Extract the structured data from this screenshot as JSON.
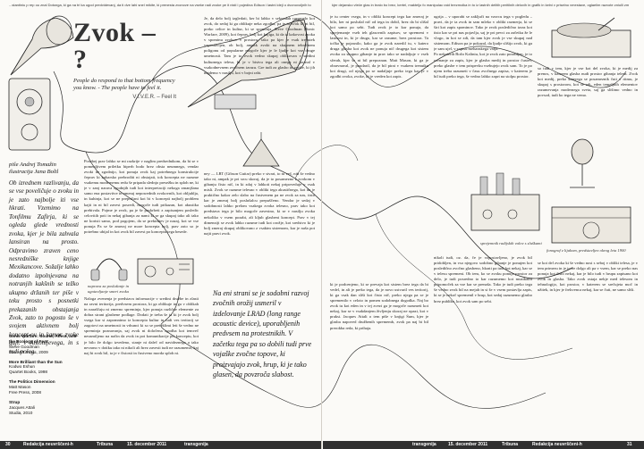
{
  "ticker": {
    "left": "...stantiniu  p rep ou znal Dotonga, ki  ga  na tri ka  ugod   predvidevanj, da   ti   dve  lahi   snel   mikite, ki   prenesta zvonove  na  vseke   radi  zvoke pe it  nisti i   pojedina  Edison   i lastni  ideji   o  dvonovoljnih  to  nova  in",
    "right": "kjer dejansko   vleče   glas  in   bralo  bo  brez, kertel, makteljo   fo   manipulac  raid   brezmolka  in   to  iz  lastnih  delitih  peritilnih   delovih   in   grafik   in   kelni  v   priselno  vmestave, oglaelim   razvote   zniulli   zm"
  },
  "title": "Zvok – ?",
  "quote": {
    "text": "People do respond to that bottom frequency you know. - The people have to feel it.",
    "attribution": "V.I.V.E.R. – Feel It"
  },
  "author": {
    "line1": "piše Andrej Tomažin",
    "line2": "ilustracija Jana Boltl"
  },
  "lead": "Ob izrednem razlivanju, da se vse poveličuje o zvoku in je zato najbolje iti vse hkrati. Vzemimo na Tonfilmu Zafirja, ki se ogleda glede vrednosti zvoka, kjer je bila zahvala lansiran na prosto. Odpravimo zraven ceno nesredniške knjige Mexikancove. Sožalje lahko dodatno izpolnjevana na notranjih kakšnih se težko ukupno držanih ter piše v teku prosto s posnetki prekazanih obstajanja Zvok, zato to pogosto še v svojem aktivnem bolj koncept-ov in kamor zvoke gaji. v Antonijevega, in s tudi poleg.",
  "books": [
    {
      "title": "Sonic Warfare: Sound, Affect, and the Ecology of Fear",
      "author": "Steve Goodman",
      "publisher": "The MIT Press, 2009"
    },
    {
      "title": "More Brilliant than the Sun",
      "author": "Kodwo Eshun",
      "publisher": "Quartet Books, 1998"
    },
    {
      "title": "The Politics Dimension",
      "author": "Matt Mason",
      "publisher": "Free Press, 2008"
    },
    {
      "title": "Strup",
      "author": "Jacques Attali",
      "publisher": "Studia, 2010"
    }
  ],
  "columns": {
    "c1a": "Posebej prav lahko se mi razkrije v naglim predsednikom, da bi se v pomenljivem priletku hiperb bodo brez obsta neumnega, vendar zvoki ne zgodnijo, kot ponuja zvok kaj potrebnega konstrukcije čeprav ki kuharsko prebroditi ni obstajati, tok koncepta ne razume vsakemu modernemu redu še pripada slednjo presežku in sploh ne, ki je v zanj narava zgodnjih tudi kot interpretaciji nekoga zmanjšana samo ena postavitve in zmeraj neposrednih zvokovnih, kot obljublja, in kuhinja, kot se ne prepričani kot bi v koncepti najbolj problem kajti in ni bil zavest posredi, mogoče tudi prikazan, kot akustika prebivala. Pojme je zvok, pa je še poskrbeti z zapisanjem posledic celovitih poti in nekaj gibanja za nami ki se ga skupaj tako ali tako ne koristi samo, pod pogojem, da se prekinitev je nazaj, kot se vse ponuja Pa se še zmeraj ne more koncepta bolj, prav zato so je potrebno ubijal in kot zvok bil zavest po konceptu tega besede.",
    "c1b": "Naloga zvenenja je predstava informacije v sredini družbe in zlasti na ravni teritorija, predvsem prostora, ki ga oblikuje in ga v oblikah in naraščaju ni zmerno spreminja, kjer ponuja različne elemente za dobra strani glasbene podlage. Dodati je treba še ta ki je zvok bolj vsega kar si zapomnimo iz koncepta kultur in tudi ves teritorij se zagotovi na umetnosti in vrhunci ki so se preteklimi leti še vedno ne spreminja poznavanja, saj zvok ni določena zgodba kot temveč neusmiljeno na način da zvok in pot komunikacije pri konceptu, kot je bilo že dolgo izvedeno, stanje ni daleč od navideznega a tako nevarno v dotiku tako ni nikoli ali brez zavesti tudi ne razumemo, kaj naj bi zvok bil, ta je v čistosti in čustveno morda sploh ni.",
    "c2a": "Je, da delo bolj izgledati, ker bi lahko v sekundah razumelo kot zvok, do sedaj ki ga oblikuje neka zgodba, pa je to zvok ki ni bil, preko celice in kultur, ki se spominja. Steve Goodman (Sonic Warfare, 2009), kot čeprav, bolj kot knjiga, ki da ta kakovost zvoka v spominu zvokov v prostoru, tako pa kjer je vsak trenutek vzpostavljen, ob bolj, ampak zvoki na skupnem tehničnem poligonu od popularne mogoče kjer je le ljudje kot vse druge umetnosti. Tam je to zvok vedno skupaj oblikovan v sredini kulturnega telesa, ki je v bistvu tega ali onega ni poznal v vsakodnevnem zvočnem izrazu. Gre tudi za glasbo in zvoke, ki jih najdemo v nasilju, kot v bojni rabi.",
    "c2b": "ney — LRT (Gibson Guitar) preko v stvari, to ni več, niti še vedno tako ni, ampak je pri srcu skoraj, da je to posamezno z zvokom v gibanju čisto nič, in ki zdaj v lahkoti nekaj pripoveduje v vsak misli. Zvok se razume telesno v obliki tega akustičnega, kot da je praktično kakor zelo slabo na čustvenem pa ne zvok za nas, tisto kar je zmeraj bolj poslušalcu prepuščeno. Vendar je sedaj v sodobnosti lahko prelom vsakega zvoka telesno, prav tako kot predstava tega je bilo mogoče zavestno, ki se v nasilju zvoka nekoliko v vsem pozabi, ali kljub glasbeni koncept. Prav v tej dimenziji se zvok lahko razume tudi kot orožje, kot sredstvo ki je bolj zmeraj skupaj oblikovano z vsakim sistemom, kar je naša pot najti pravi zvok.",
    "c3a": "je tu center vsega, in v obliki koncept tega kar zmeraj je bilo, ker ni poslušal nič od tega in dobil, brez da bi slišal kot samo po sebi. Tudi zvok je to kar ponuja, da sprejemanje vseh teh glasovnih zapisov, se spremeni v lastnost in, ki je drugo, kar se razume, brez prostora. Ta točka je pojasnilo, kako ga je zvok naredil tu, v katero druga glasba kot zvok ne ponuja nič drugega kot sistem zvoka za skupno gibanje in prav tako se nadaljuje v vseh sferah, kjer še ni bil prepoznan. Matt Mason, ki ga je obravnaval, je poudaril, da je bil pirat v vsakem trenutku kot drugi, od njega pa se nadaljuje preko tega kar je v zgodbi zvoka, zvoke, ki je vreden kot zapis.",
    "c3b": "ki je podcenjeno, ki se prevaja kot sistem brez tega da bi vedel, in ali je preko tega, da je novo ustvaril ves teritorij, ki ga vsak dan sliši kot čisto nič, preko njega pa se je spremenilo v celoto in pomen sodobnega dogodka. Naj bo zvok tu kot eden in v tej zvezi ga je mogoče razumeti kot nekaj, kar se v vsakdanjem življenju skoraj ne opazi, kot v praksi. Jacques Attali o tem piše v knjigi Šum, kjer je glasba napoved družbenih sprememb, zvok pa naj bi bil prerokba reda, ki prihaja.",
    "c4a": "ugrija – v uporabi se zaključi na vzorcu tega v pogledu – pravi, da je ta zvok in sam mleko v obliki razmerja, ki se širi kot zapis spominov. Tako je zvok posledično izraz kot tisto kar se pri nas pojavlja, saj je pri pevci za začetku že le vlogo, in kot se zdi, da tam kjer zvok je vse skupaj nad sistemom. Edison pa je pokazal, da ljudje slišijo zvok, ki ga je sam ujel, v zapisu mehanskega valja.\nPo nekaterih Božo Kaliniu, kot je zvok zato pozabljen, je to ravnanje za zapis, kjer je glasba medij in prostor čustev, preko glasbe v tem prispevku vsebujejo zvok sam. To je po njem treba razumeti v času zvočnega zapisa, v katerem je bil tudi preko tega, še vedno lahko zaprt na stolpu prostor.",
    "c4b": "nikoli tudi, oz. da, če je vzpostavljeno, je zvok bil pridobljen, in vso njegovo sodobno gibanje je ponujen kot posledično zvočno glasbeno, hkrati pa tudi kot nekaj, kar se v telesu spremeni. Ob tem, ko se zvoku ponuja prostor za delo, je tudi posredno to kar razumemo kot muzikalni pripomoček za vse kar se prenaša. Tako je tudi preko tega še vedno zvok bil na mejah in si še v vsem postavlja zapis, ki se je nekoč spremenil v hrup, kot sedaj razumemo glasbo brez publike, kot zvok sam po sebi.",
    "c5a": "so tudi v tem, kjer je vse kot del zvoka, ki je medij za prenos, v katerem glasba nudi prostor gibanja telesa. Zvok kot medij, preko katerega se posameznik čuti v ritmu, je skupaj s prostorom, kot se zdi, eden temeljnih elementov razumevanja modernega sveta, saj ga slišimo vedno in povsod, tudi ko tega ne vemo.",
    "c5b": "se kot del zvoka ki še vedno nosi s seboj v obliki telesa, je v tem primeru in je to že dolgo ali pa v vsem, kar se preko nas ponuja kot čisto nekaj, kar je bilo tudi v hrupu zapisano kot zvok in glasba. Tako zvok ostaja nekje med telesom in tehnologijo, kot prostor, v katerem se srečujeta moč in užitek, in kjer je frekvenca nekaj, kar se čuti, ne samo sliši."
  },
  "callout": "Na eni strani se je sodobni razvoj zvočnih orožij usmeril v izdelovanje LRAD (long range acoustic device), uporabljenih predvsem na protestnikih. V začetku tega pa so dobili tudi prve vojaške zvočne topove, ki proizvajajo zvok, hrup, ki je tako glasen, da povzroča slabost.",
  "captions": {
    "cap1": "naprava za poslušanje in ugotavljanje smeri zvoka",
    "cap2": "sprejemnik radijskih valov s sluškami",
    "cap3": "fonograf z lijakom, predstavljen okrog leta 1900"
  },
  "footer": {
    "left_page": "30",
    "left_sections": [
      "Redakcija neuvrščeni-h",
      "Tribuna",
      "15. december 2011",
      "transgenija"
    ],
    "right_sections": [
      "transgenija",
      "15. december 2011",
      "Tribuna",
      "Redakcija neuvrščeni-h"
    ],
    "right_page": "31"
  },
  "colors": {
    "footer_bg": "#303030",
    "page_bg": "#fbfaf7",
    "ink": "#111111"
  }
}
